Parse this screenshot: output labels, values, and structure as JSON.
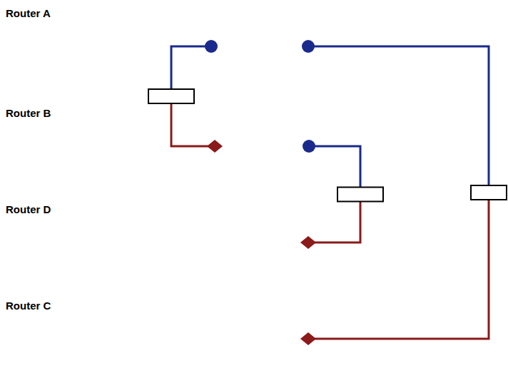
{
  "diagram": {
    "nodes": [
      {
        "text": [
          "Router A"
        ]
      },
      {
        "text": [
          "Router B"
        ]
      },
      {
        "text": [
          "Router D"
        ]
      },
      {
        "text": [
          "Router C"
        ]
      }
    ],
    "edges": [
      {
        "from": 0,
        "to": 1,
        "arrow": "none"
      },
      {
        "from": 1,
        "to": 2,
        "arrow": "none"
      },
      {
        "from": 0,
        "to": 3,
        "arrow": "none"
      }
    ]
  }
}
